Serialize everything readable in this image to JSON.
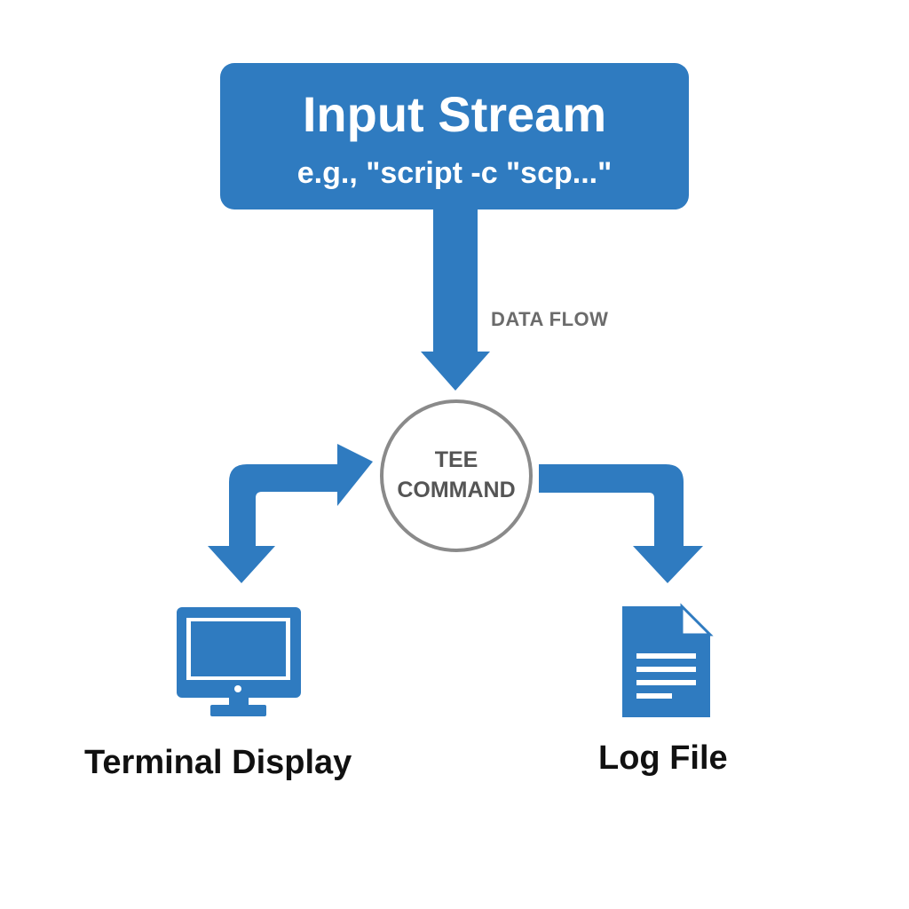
{
  "colors": {
    "accent": "#2f7bc0",
    "circle_border": "#8a8a8a",
    "flow_label": "#6b6b6b",
    "text_dark": "#111111"
  },
  "input_box": {
    "title": "Input Stream",
    "subtitle": "e.g., \"script -c \"scp...\""
  },
  "flow_label": "DATA FLOW",
  "tee": {
    "line1": "TEE",
    "line2": "COMMAND"
  },
  "outputs": {
    "terminal": {
      "label": "Terminal Display",
      "icon": "monitor-icon"
    },
    "log": {
      "label": "Log File",
      "icon": "document-icon"
    }
  }
}
